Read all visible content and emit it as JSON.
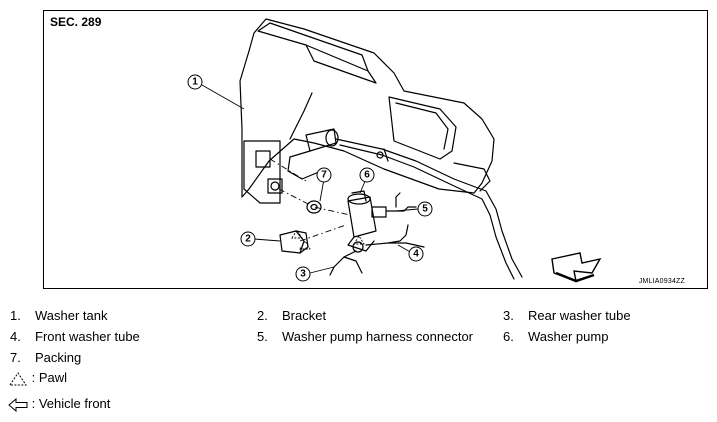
{
  "figure": {
    "section_label": "SEC. 289",
    "figure_code": "JMLIA0934ZZ",
    "callouts": [
      "1",
      "2",
      "3",
      "4",
      "5",
      "6",
      "7"
    ]
  },
  "legend": {
    "items": [
      {
        "num": "1.",
        "label": "Washer tank"
      },
      {
        "num": "2.",
        "label": "Bracket"
      },
      {
        "num": "3.",
        "label": "Rear washer tube"
      },
      {
        "num": "4.",
        "label": "Front washer tube"
      },
      {
        "num": "5.",
        "label": "Washer pump harness connector"
      },
      {
        "num": "6.",
        "label": "Washer pump"
      },
      {
        "num": "7.",
        "label": "Packing"
      }
    ],
    "symbols": [
      {
        "icon": "pawl-triangle-icon",
        "label": ": Pawl"
      },
      {
        "icon": "vehicle-front-arrow-icon",
        "label": ": Vehicle front"
      }
    ]
  }
}
